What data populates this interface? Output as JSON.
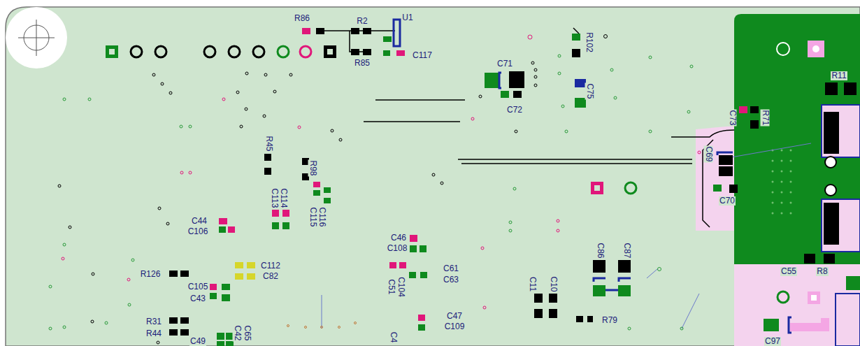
{
  "diagram": {
    "labels": [
      "R86",
      "R2",
      "U1",
      "R85",
      "C117",
      "C71",
      "C72",
      "R102",
      "C75",
      "R11",
      "R71",
      "C73",
      "C69",
      "C70",
      "R45",
      "R98",
      "C113",
      "C114",
      "C115",
      "C116",
      "C44",
      "C106",
      "C46",
      "C108",
      "C112",
      "C82",
      "R126",
      "C105",
      "C43",
      "C61",
      "C63",
      "C51",
      "C104",
      "C86",
      "C87",
      "C11",
      "C10",
      "R79",
      "C47",
      "C109",
      "R31",
      "R44",
      "C42",
      "C65",
      "C49",
      "C4",
      "C55",
      "R8",
      "C97"
    ]
  }
}
